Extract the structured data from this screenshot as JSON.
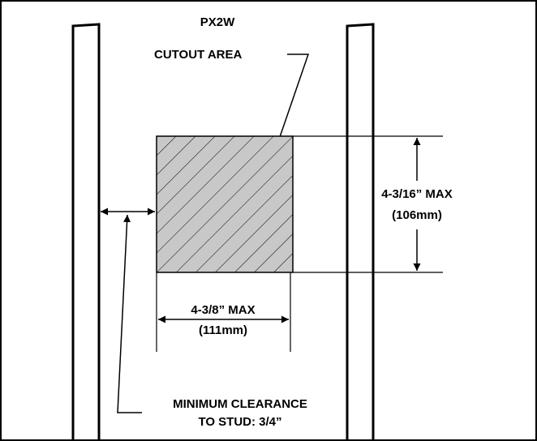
{
  "diagram": {
    "model": "PX2W",
    "cutout_label": "CUTOUT AREA",
    "height_dimension": {
      "imperial": "4-3/16” MAX",
      "metric": "(106mm)"
    },
    "width_dimension": {
      "imperial": "4-3/8” MAX",
      "metric": "(111mm)"
    },
    "clearance_note": {
      "line1": "MINIMUM CLEARANCE",
      "line2": "TO STUD:  3/4”"
    },
    "colors": {
      "cutout_fill": "#c8c8c8",
      "stroke": "#000000",
      "background": "#ffffff"
    }
  }
}
